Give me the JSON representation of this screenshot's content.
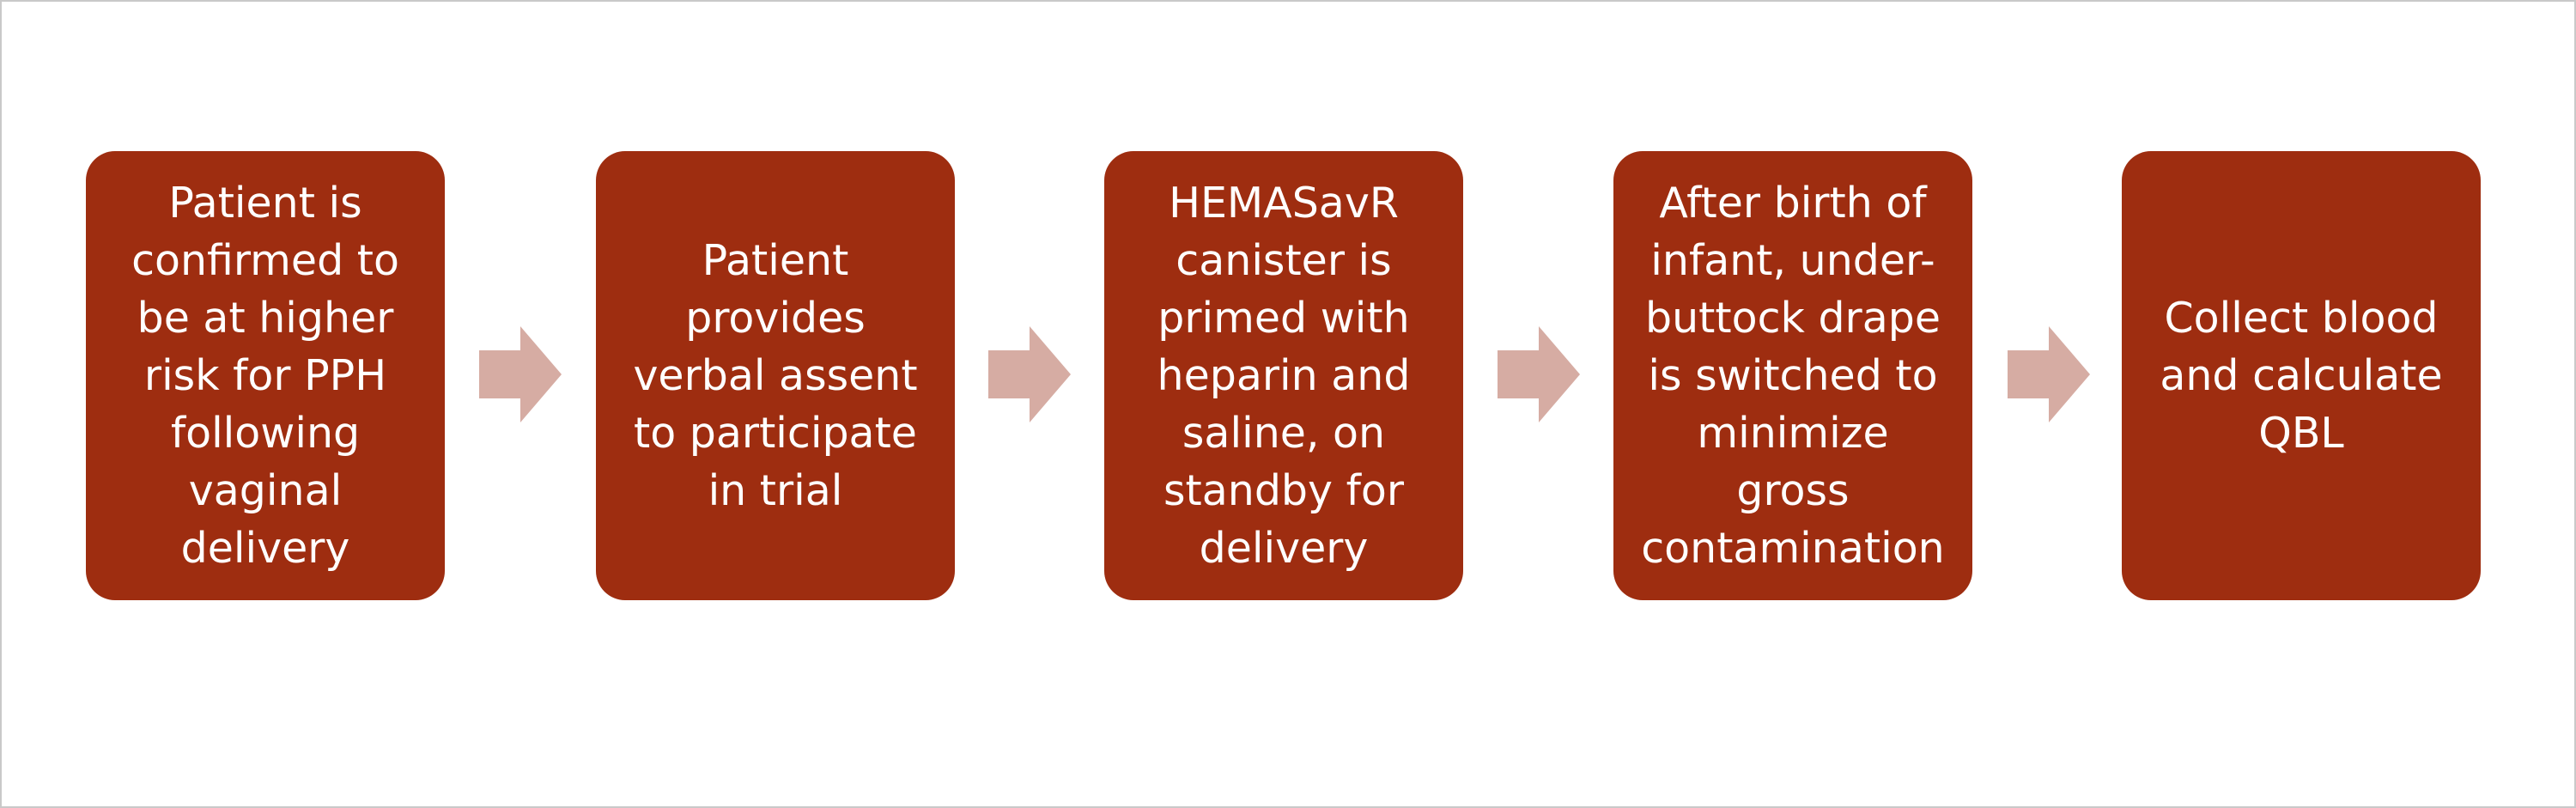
{
  "flowchart": {
    "steps": [
      {
        "text": "Patient is\nconfirmed to\nbe at higher\nrisk for PPH\nfollowing\nvaginal\ndelivery"
      },
      {
        "text": "Patient\nprovides\nverbal assent\nto participate\nin trial"
      },
      {
        "text": "HEMASavR\ncanister is\nprimed with\nheparin and\nsaline, on\nstandby for\ndelivery"
      },
      {
        "text": "After birth of\ninfant, under-\nbuttock drape\nis switched to\nminimize\ngross\ncontamination"
      },
      {
        "text": "Collect blood\nand calculate\nQBL"
      }
    ],
    "colors": {
      "box_fill": "#9e2d10",
      "box_text": "#ffffff",
      "arrow_fill": "#d6aca3"
    },
    "connector_icon": "right-arrow-icon"
  }
}
